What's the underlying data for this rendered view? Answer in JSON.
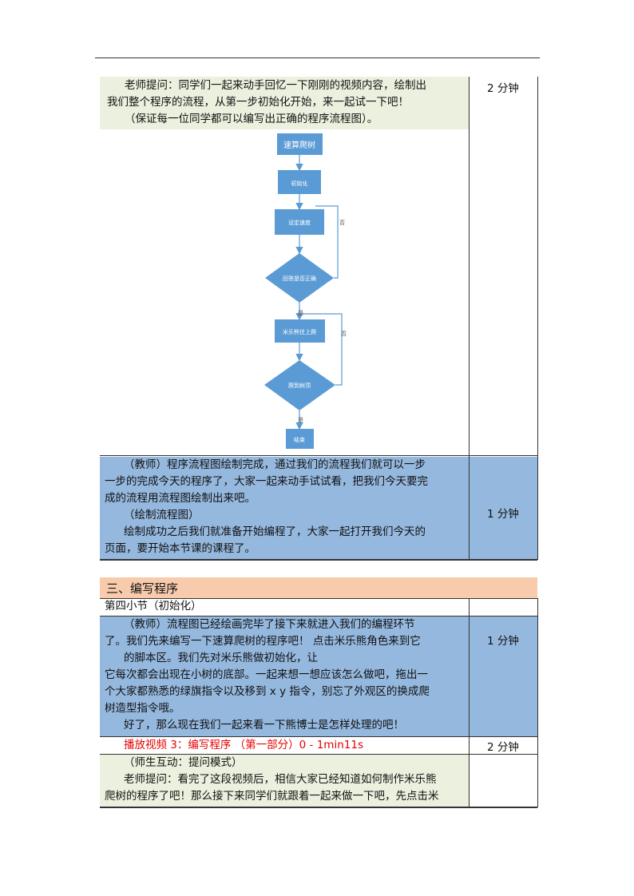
{
  "section1": {
    "lines": [
      "老师提问：同学们一起来动手回忆一下刚刚的视频内容，绘制出",
      "我们整个程序的流程，从第一步初始化开始，来一起试一下吧！",
      "（保证每一位同学都可以编写出正确的程序流程图）。"
    ],
    "time": "2 分钟"
  },
  "flowchart": {
    "start": "速算爬树",
    "init": "初始化",
    "set_question": "设定速度",
    "judge_answer": "回答是否正确",
    "move_up": "米乐熊往上爬",
    "reach_top": "爬到树顶",
    "end": "结束",
    "yes": "是",
    "no": "否"
  },
  "section2": {
    "lines": [
      "（教师）程序流程图绘制完成，通过我们的流程我们就可以一步",
      "一步的完成今天的程序了，大家一起来动手试试看，把我们今天要完",
      "成的流程用流程图绘制出来吧。",
      "（绘制流程图）",
      "绘制成功之后我们就准备开始编程了，大家一起打开我们今天的",
      "页面，要开始本节课的课程了。"
    ],
    "time": "1 分钟"
  },
  "section3": {
    "header": "三、编写程序",
    "sub_header": "第四小节（初始化）",
    "lines": [
      "（教师）流程图已经绘画完毕了接下来就进入我们的编程环节",
      "了。我们先来编写一下速算爬树的程序吧！ 点击米乐熊角色来到它",
      "的脚本区。我们先对米乐熊做初始化，让",
      "它每次都会出现在小树的底部。一起来想一想应该怎么做吧，拖出一",
      "个大家都熟悉的绿旗指令以及移到 x y 指令，别忘了外观区的换成爬",
      "树造型指令哦。",
      "好了，那么现在我们一起来看一下熊博士是怎样处理的吧！"
    ],
    "time": "1 分钟",
    "video_label": "播放视频 3：编写程序 （第一部分）0 - 1min11s",
    "video_time": "2 分钟",
    "interaction_lines": [
      "（师生互动：提问模式）",
      "老师提问：看完了这段视频后，相信大家已经知道如何制作米乐熊",
      "爬树的程序了吧！那么接下来同学们就跟着一起来做一下吧，先点击米"
    ]
  },
  "colors": {
    "green_row": "#ebf1de",
    "blue_row": "#95b8de",
    "salmon_header": "#f8cbad",
    "flow_box": "#5b9bd5",
    "video_text": "#e60000"
  }
}
